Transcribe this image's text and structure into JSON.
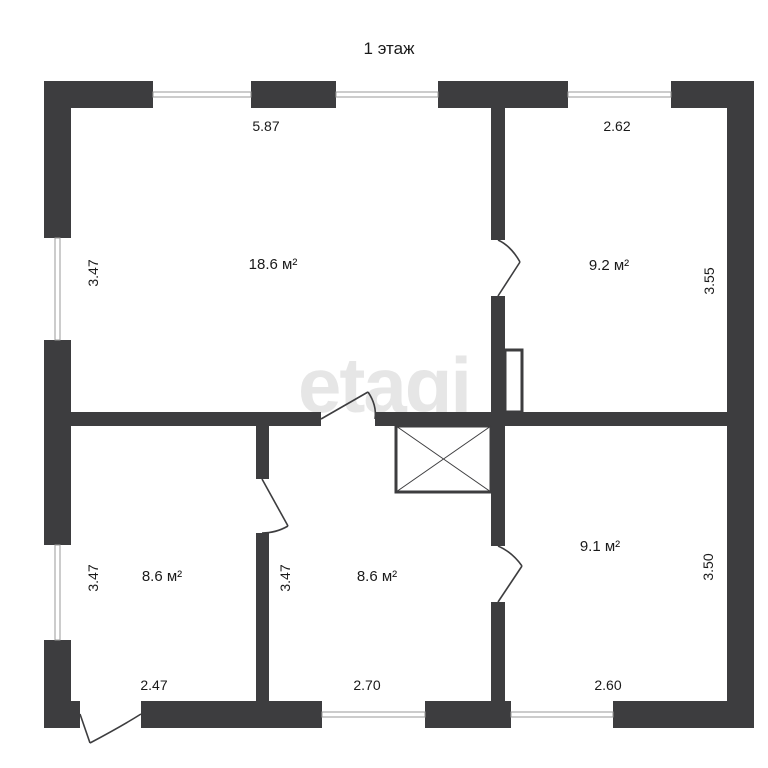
{
  "title": "1 этаж",
  "watermark": "etagi",
  "colors": {
    "wall": "#3d3d3f",
    "window_frame": "#9a9a9a",
    "background": "#ffffff"
  },
  "rooms": [
    {
      "id": "room-1",
      "area": "18.6 м²",
      "width": "5.87",
      "height": "3.47"
    },
    {
      "id": "room-2",
      "area": "9.2 м²",
      "width": "2.62",
      "height": "3.55"
    },
    {
      "id": "room-3",
      "area": "8.6 м²",
      "width": "2.47",
      "height": "3.47"
    },
    {
      "id": "room-4",
      "area": "8.6 м²",
      "width": "2.70",
      "height": "3.47"
    },
    {
      "id": "room-5",
      "area": "9.1 м²",
      "width": "2.60",
      "height": "3.50"
    }
  ]
}
